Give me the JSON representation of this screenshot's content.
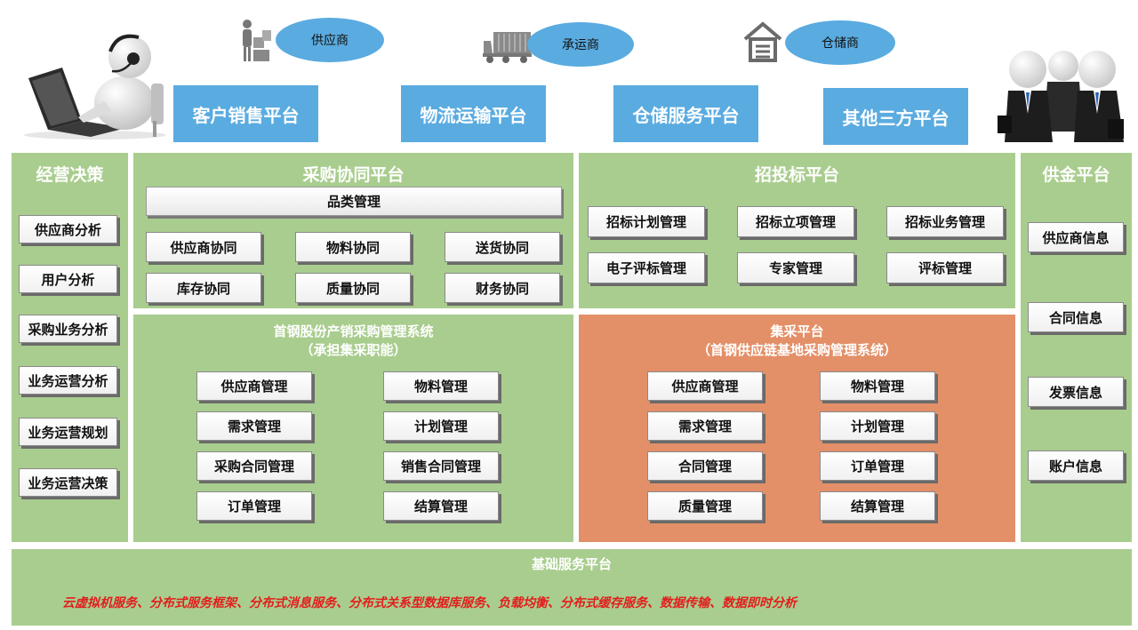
{
  "top": {
    "partners": [
      {
        "label": "供应商",
        "icon": "supplier-people-icon"
      },
      {
        "label": "承运商",
        "icon": "truck-icon"
      },
      {
        "label": "仓储商",
        "icon": "warehouse-icon"
      }
    ],
    "platforms": [
      "客户销售平台",
      "物流运输平台",
      "仓储服务平台",
      "其他三方平台"
    ]
  },
  "left": {
    "title": "经营决策",
    "items": [
      "供应商分析",
      "用户分析",
      "采购业务分析",
      "业务运营分析",
      "业务运营规划",
      "业务运营决策"
    ]
  },
  "procurement": {
    "title": "采购协同平台",
    "category": "品类管理",
    "items": [
      "供应商协同",
      "物料协同",
      "送货协同",
      "库存协同",
      "质量协同",
      "财务协同"
    ]
  },
  "bidding": {
    "title": "招投标平台",
    "items": [
      "招标计划管理",
      "招标立项管理",
      "招标业务管理",
      "电子评标管理",
      "专家管理",
      "评标管理"
    ]
  },
  "finance": {
    "title": "供金平台",
    "items": [
      "供应商信息",
      "合同信息",
      "发票信息",
      "账户信息"
    ]
  },
  "shougang": {
    "title": "首钢股份产销采购管理系统",
    "subtitle": "（承担集采职能）",
    "items": [
      "供应商管理",
      "物料管理",
      "需求管理",
      "计划管理",
      "采购合同管理",
      "销售合同管理",
      "订单管理",
      "结算管理"
    ]
  },
  "jicai": {
    "title": "集采平台",
    "subtitle": "（首钢供应链基地采购管理系统）",
    "items": [
      "供应商管理",
      "物料管理",
      "需求管理",
      "计划管理",
      "合同管理",
      "订单管理",
      "质量管理",
      "结算管理"
    ]
  },
  "base": {
    "title": "基础服务平台",
    "services": "云虚拟机服务、分布式服务框架、分布式消息服务、分布式关系型数据库服务、负载均衡、分布式缓存服务、数据传输、数据即时分析"
  },
  "colors": {
    "blue": "#5aabe0",
    "green": "#a9cd8e",
    "orange": "#e39068",
    "service_red": "#e21d1d"
  }
}
